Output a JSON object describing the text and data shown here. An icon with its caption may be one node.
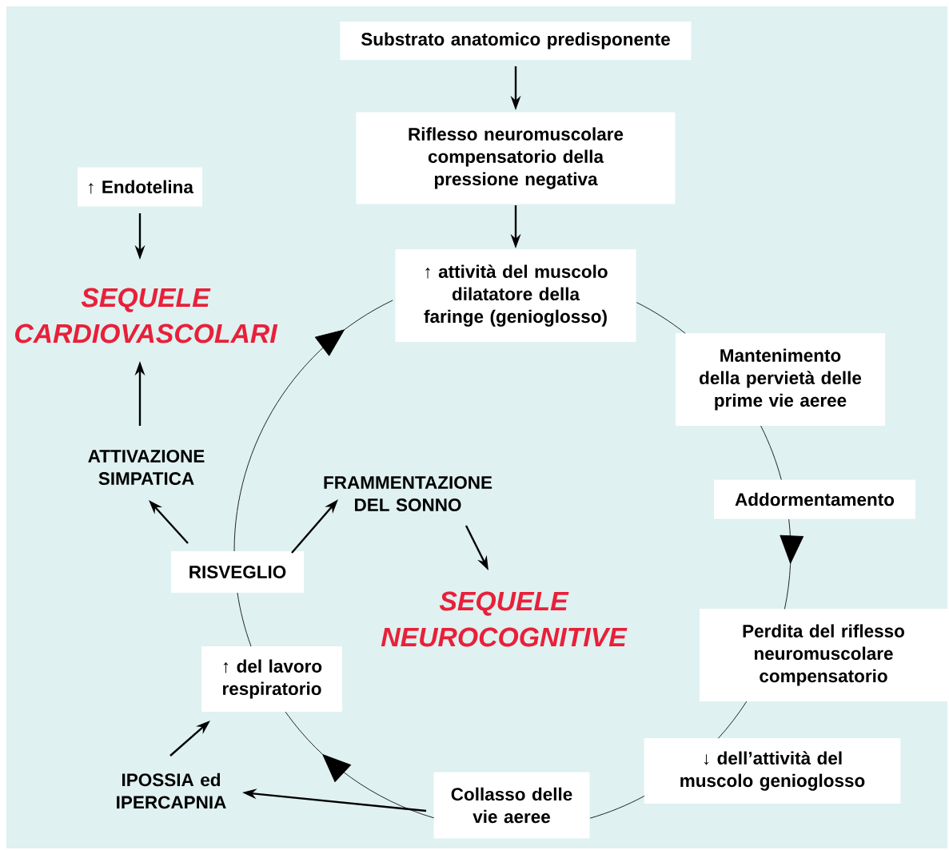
{
  "diagram": {
    "nodes": [
      {
        "text": [
          "Substrato anatomico predisponente"
        ]
      },
      {
        "text": [
          "Riflesso neuromuscolare compensatorio della pressione negativa"
        ]
      },
      {
        "text": [
          "↑ attività del muscolo dilatatore della faringe (genioglosso)"
        ]
      },
      {
        "text": [
          "Mantenimento della pervietà delle prime vie aeree"
        ]
      },
      {
        "text": [
          "Addormentamento"
        ]
      },
      {
        "text": [
          "Perdita del riflesso neuromuscolare compensatorio"
        ]
      },
      {
        "text": [
          "↓ dell’attività del muscolo genioglosso"
        ]
      },
      {
        "text": [
          "Collasso delle vie aeree"
        ]
      },
      {
        "text": [
          "↑ del lavoro respiratorio"
        ]
      },
      {
        "text": [
          "RISVEGLIO"
        ]
      },
      {
        "text": [
          "↑ Endotelina"
        ]
      },
      {
        "text": [
          "SEQUELE CARDIOVASCOLARI"
        ]
      },
      {
        "text": [
          "ATTIVAZIONE SIMPATICA"
        ]
      },
      {
        "text": [
          "FRAMMENTAZIONE DEL SONNO"
        ]
      },
      {
        "text": [
          "SEQUELE NEUROCOGNITIVE"
        ]
      },
      {
        "text": [
          "IPOSSIA ed IPERCAPNIA"
        ]
      }
    ],
    "edges": [
      {
        "from": 0,
        "to": 1,
        "arrow": "to"
      },
      {
        "from": 1,
        "to": 2,
        "arrow": "to"
      },
      {
        "from": 2,
        "to": 3,
        "arrow": "none"
      },
      {
        "from": 3,
        "to": 4,
        "arrow": "none"
      },
      {
        "from": 4,
        "to": 5,
        "arrow": "to"
      },
      {
        "from": 5,
        "to": 6,
        "arrow": "none"
      },
      {
        "from": 6,
        "to": 7,
        "arrow": "none"
      },
      {
        "from": 7,
        "to": 8,
        "arrow": "to"
      },
      {
        "from": 8,
        "to": 9,
        "arrow": "none"
      },
      {
        "from": 9,
        "to": 2,
        "arrow": "to"
      },
      {
        "from": 10,
        "to": 11,
        "arrow": "to"
      },
      {
        "from": 12,
        "to": 11,
        "arrow": "to"
      },
      {
        "from": 9,
        "to": 12,
        "arrow": "to"
      },
      {
        "from": 9,
        "to": 13,
        "arrow": "to"
      },
      {
        "from": 13,
        "to": 14,
        "arrow": "to"
      },
      {
        "from": 7,
        "to": 15,
        "arrow": "to"
      },
      {
        "from": 15,
        "to": 8,
        "arrow": "to"
      }
    ]
  }
}
